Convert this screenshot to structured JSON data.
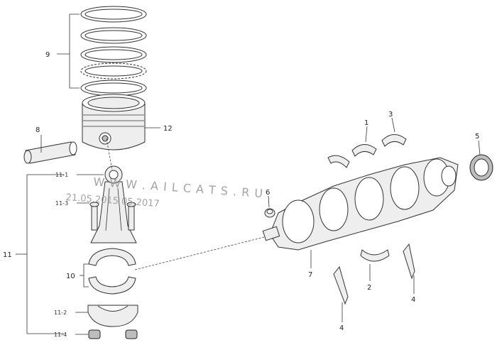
{
  "labels": {
    "p1": "1",
    "p2": "2",
    "p3": "3",
    "p4a": "4",
    "p4b": "4",
    "p5": "5",
    "p6": "6",
    "p7": "7",
    "p8": "8",
    "p9": "9",
    "p10": "10",
    "p11": "11",
    "p12": "12",
    "p11_1": "11-1",
    "p11_2": "11-2",
    "p11_3": "11-3",
    "p11_4": "11-4"
  },
  "watermark": {
    "brand": "W W W . A I L C A T S . R U",
    "timestamp": "21.05.2015 05.2017"
  }
}
